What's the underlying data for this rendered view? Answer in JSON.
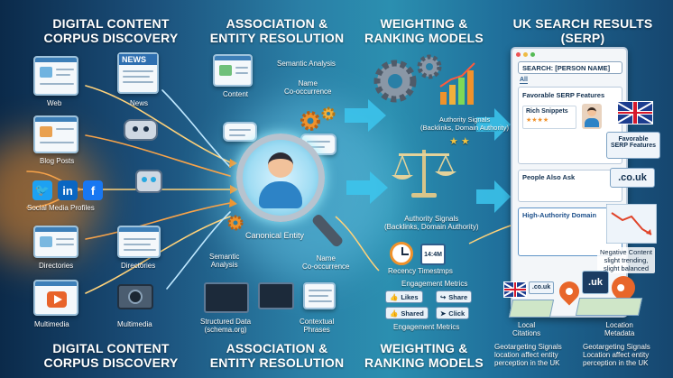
{
  "sections": {
    "s1_top": "DIGITAL CONTENT\nCORPUS DISCOVERY",
    "s2_top": "ASSOCIATION &\nENTITY RESOLUTION",
    "s3_top": "WEIGHTING &\nRANKING MODELS",
    "s4_top": "UK SEARCH RESULTS\n(SERP)",
    "s1_bottom": "DIGITAL CONTENT\nCORPUS DISCOVERY",
    "s2_bottom": "ASSOCIATION &\nENTITY RESOLUTION",
    "s3_bottom": "WEIGHTING &\nRANKING MODELS"
  },
  "discovery": {
    "web": "Web",
    "news": "News",
    "news_sign": "NEWS",
    "blog_posts": "Blog Posts",
    "social": "Social Media Profiles",
    "directories_left": "Directories",
    "directories_right": "Directories",
    "multimedia_left": "Multimedia",
    "multimedia_right": "Multimedia"
  },
  "association": {
    "semantic_analysis_top": "Semantic Analysis",
    "content": "Content",
    "name_cooccurrence_top": "Name\nCo-occurrence",
    "canonical_entity": "Canonical Entity",
    "semantic_analysis_bottom": "Semantic\nAnalysis",
    "name_cooccurrence_bottom": "Name\nCo-occurrence",
    "structured_data": "Structured Data\n(schema.org)",
    "contextual_phrases": "Contextual\nPhrases"
  },
  "weighting": {
    "authority_top": "Authority Signals\n(Backlinks, Domain Authority)",
    "authority_mid": "Authority Signals\n(Backlinks, Domain Authority)",
    "recency": "Recency",
    "timestamps": "Timestmps",
    "clock_time": "14:4M",
    "engagement_top": "Engagement Metrics",
    "engagement_bottom": "Engagement Metrics",
    "likes": "Likes",
    "share": "Share",
    "shared": "Shared",
    "click": "Click"
  },
  "serp": {
    "search_text": "SEARCH: [PERSON NAME]",
    "tab_all": "All",
    "favorable_features": "Favorable SERP Features",
    "rich_snippets": "Rich Snippets",
    "stars": "★★★★",
    "people_also_ask": "People Also Ask",
    "high_authority": "High-Authority Domain",
    "favorable_badge": "Favorable\nSERP Features",
    "couk_badge": ".co.uk",
    "negative_content": "Negative Content\nslight trending,\nslight balanced",
    "local_citations": "Local\nCitations",
    "location_metadata": "Location\nMetadata",
    "small_couk": ".co.uk",
    "pin_uk": ".uk",
    "geo_left": "Geotargeting Signals\nlocation affect entity\nperception in the UK",
    "geo_right": "Geotargeting Signals\nLocation affect entity\nperception in the UK"
  },
  "social_icons": {
    "twitter": "🐦",
    "linkedin": "in",
    "facebook": "f"
  },
  "colors": {
    "accent_orange": "#f0922b",
    "accent_blue": "#3d7fb8",
    "twitter": "#1da1f2",
    "linkedin": "#0a66c2",
    "facebook": "#1877f2"
  }
}
